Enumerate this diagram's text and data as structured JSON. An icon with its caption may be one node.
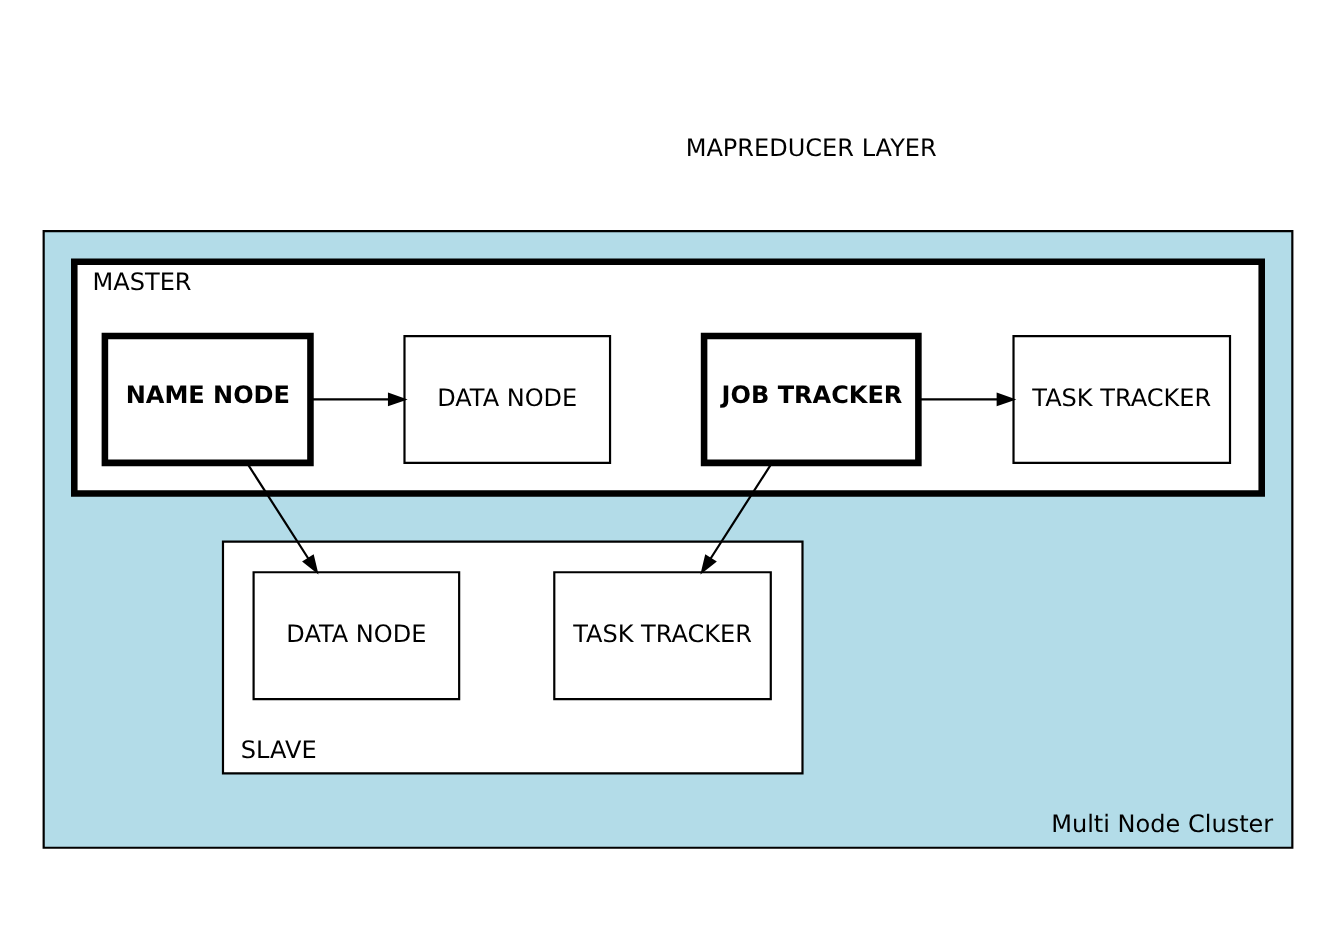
{
  "diagram": {
    "nodes": [
      {
        "text": [
          "Multi Node Cluster"
        ]
      },
      {
        "text": [
          "MASTER"
        ],
        "in": 0
      },
      {
        "text": [
          "JOB TRACKER"
        ],
        "in": 1
      },
      {
        "text": [
          "TASK TRACKER"
        ],
        "in": 1
      },
      {
        "text": [
          "NAME NODE"
        ],
        "in": 1
      },
      {
        "text": [
          "DATA NODE"
        ],
        "in": 1
      },
      {
        "text": [
          "SLAVE"
        ],
        "in": 0
      },
      {
        "text": [
          "TASK TRACKER"
        ],
        "in": 6
      },
      {
        "text": [
          "DATA NODE"
        ],
        "in": 6
      }
    ],
    "edges": [
      {
        "from": 2,
        "to": 3,
        "arrow": "to"
      },
      {
        "from": 4,
        "to": 5,
        "arrow": "to"
      },
      {
        "from": 2,
        "to": 7,
        "arrow": "to"
      },
      {
        "from": 4,
        "to": 8,
        "arrow": "to"
      }
    ],
    "labels": [
      "MAPREDUCER LAYER"
    ]
  }
}
